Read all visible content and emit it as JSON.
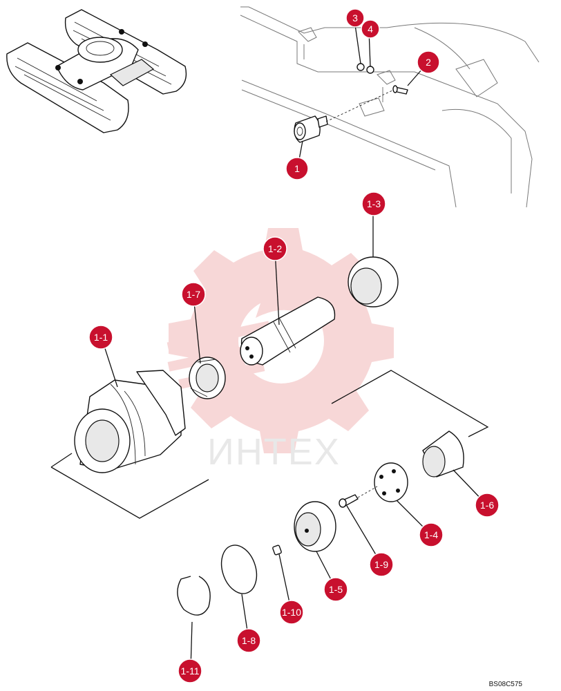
{
  "figure_code": "BS08C575",
  "watermark": {
    "text": "ИНТЕХ",
    "color": "#f2b8b8"
  },
  "callout_color": "#c8102e",
  "callouts": [
    {
      "id": "1",
      "label": "1"
    },
    {
      "id": "2",
      "label": "2"
    },
    {
      "id": "3",
      "label": "3"
    },
    {
      "id": "4",
      "label": "4"
    },
    {
      "id": "1-1",
      "label": "1-1"
    },
    {
      "id": "1-2",
      "label": "1-2"
    },
    {
      "id": "1-3",
      "label": "1-3"
    },
    {
      "id": "1-4",
      "label": "1-4"
    },
    {
      "id": "1-5",
      "label": "1-5"
    },
    {
      "id": "1-6",
      "label": "1-6"
    },
    {
      "id": "1-7",
      "label": "1-7"
    },
    {
      "id": "1-8",
      "label": "1-8"
    },
    {
      "id": "1-9",
      "label": "1-9"
    },
    {
      "id": "1-10",
      "label": "1-10"
    },
    {
      "id": "1-11",
      "label": "1-11"
    }
  ]
}
